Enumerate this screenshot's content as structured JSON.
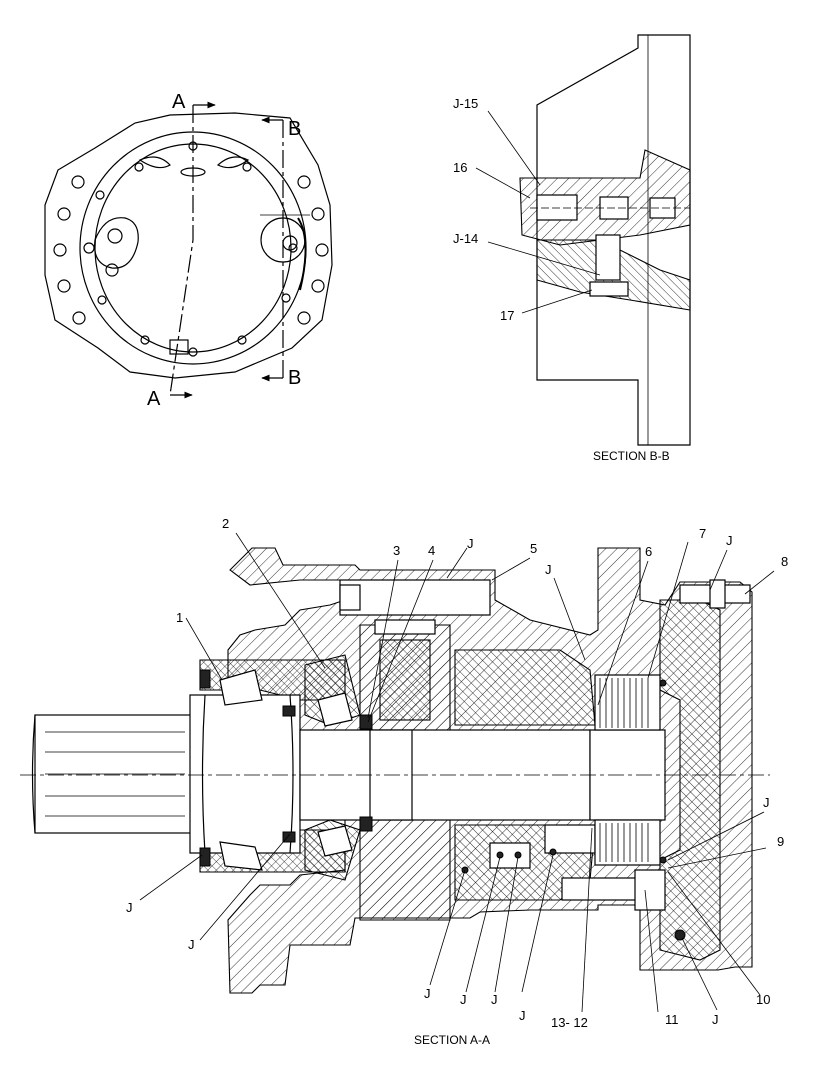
{
  "end_view": {
    "section_marks": [
      "A",
      "A",
      "B",
      "B"
    ]
  },
  "section_bb": {
    "title": "SECTION B-B",
    "callouts": [
      "J-15",
      "16",
      "J-14",
      "17"
    ]
  },
  "section_aa": {
    "title": "SECTION A-A",
    "top_callouts": [
      "2",
      "3",
      "4",
      "J",
      "5",
      "6",
      "J",
      "7",
      "J",
      "8"
    ],
    "side_callouts": [
      "1",
      "J",
      "9",
      "10",
      "J"
    ],
    "bottom_callouts": [
      "J",
      "J",
      "J",
      "J",
      "J",
      "13- 12",
      "11",
      "J"
    ]
  }
}
